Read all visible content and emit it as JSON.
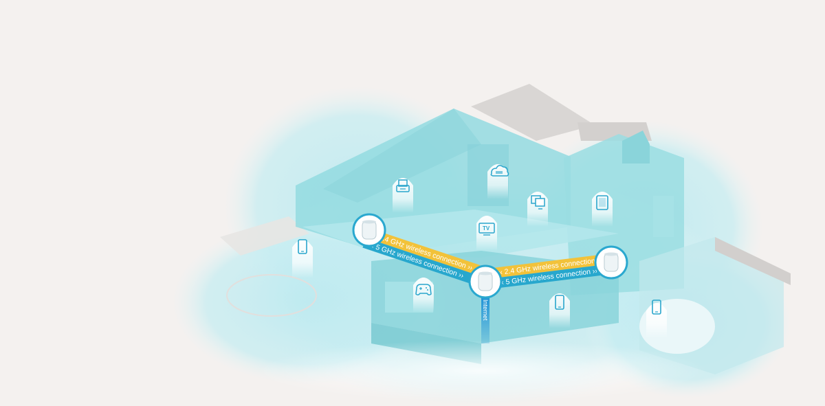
{
  "links": {
    "band_24": "2.4 GHz wireless connection",
    "band_5": "5 GHz wireless connection",
    "arrows_left": "‹‹",
    "arrows_right": "››"
  },
  "internet_label": "Internet",
  "tv_label": "TV",
  "colors": {
    "background": "#f4f1ef",
    "bubble": "#bfe9ef",
    "house": "#86d7de",
    "band_24": "#f2c23a",
    "band_5": "#27a7cd",
    "internet_line": "#1a8fd6",
    "node": "#ffffff"
  },
  "devices": [
    {
      "icon": "phone-icon",
      "room": "porch-left"
    },
    {
      "icon": "printer-icon",
      "room": "upper-left-room"
    },
    {
      "icon": "cloud-storage-icon",
      "room": "upper-middle-room"
    },
    {
      "icon": "desktop-monitor-icon",
      "room": "upper-right-room"
    },
    {
      "icon": "tablet-icon",
      "room": "right-wing"
    },
    {
      "icon": "tv-icon",
      "room": "middle-hall"
    },
    {
      "icon": "game-controller-icon",
      "room": "basement"
    },
    {
      "icon": "phone-icon",
      "room": "ground-floor"
    },
    {
      "icon": "phone-icon",
      "room": "garage"
    }
  ],
  "nodes": [
    {
      "name": "mesh-node-left"
    },
    {
      "name": "mesh-node-center"
    },
    {
      "name": "mesh-node-right"
    }
  ]
}
